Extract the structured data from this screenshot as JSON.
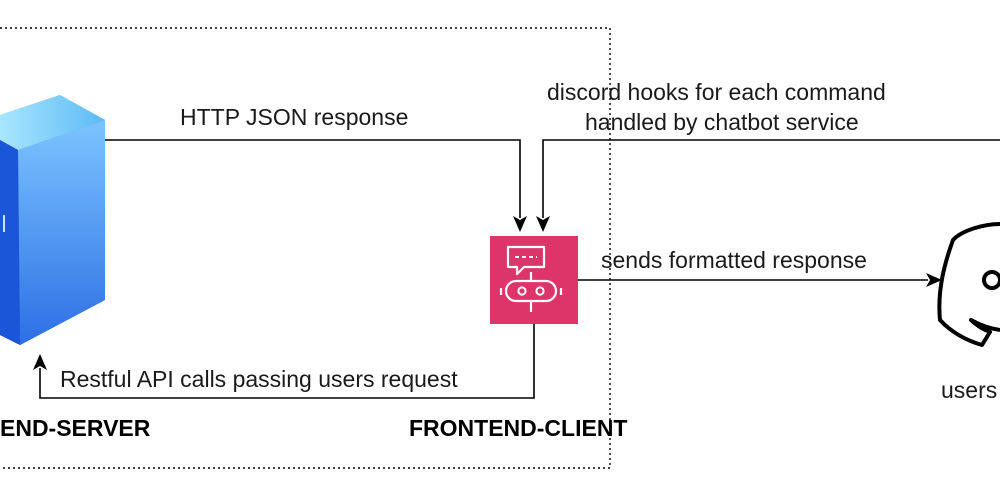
{
  "nodes": {
    "backend": {
      "label": "END-SERVER"
    },
    "frontend": {
      "label": "FRONTEND-CLIENT"
    },
    "discord": {
      "label": "users"
    }
  },
  "edges": {
    "http_response": {
      "label": "HTTP JSON response"
    },
    "discord_hooks": {
      "line1": "discord hooks for each command",
      "line2": "handled by chatbot service"
    },
    "sends_formatted": {
      "label": "sends formatted response"
    },
    "restful_calls": {
      "label": "Restful API calls passing users request"
    }
  },
  "colors": {
    "chatbot_bg": "#dd3469",
    "server_front": "#2f6fe0",
    "server_side": "#1a4fcc",
    "server_top": "#6ec8ff",
    "boundary": "#000000",
    "line": "#000000"
  },
  "icons": {
    "backend": "server-icon",
    "frontend": "chatbot-icon",
    "discord": "discord-icon"
  }
}
